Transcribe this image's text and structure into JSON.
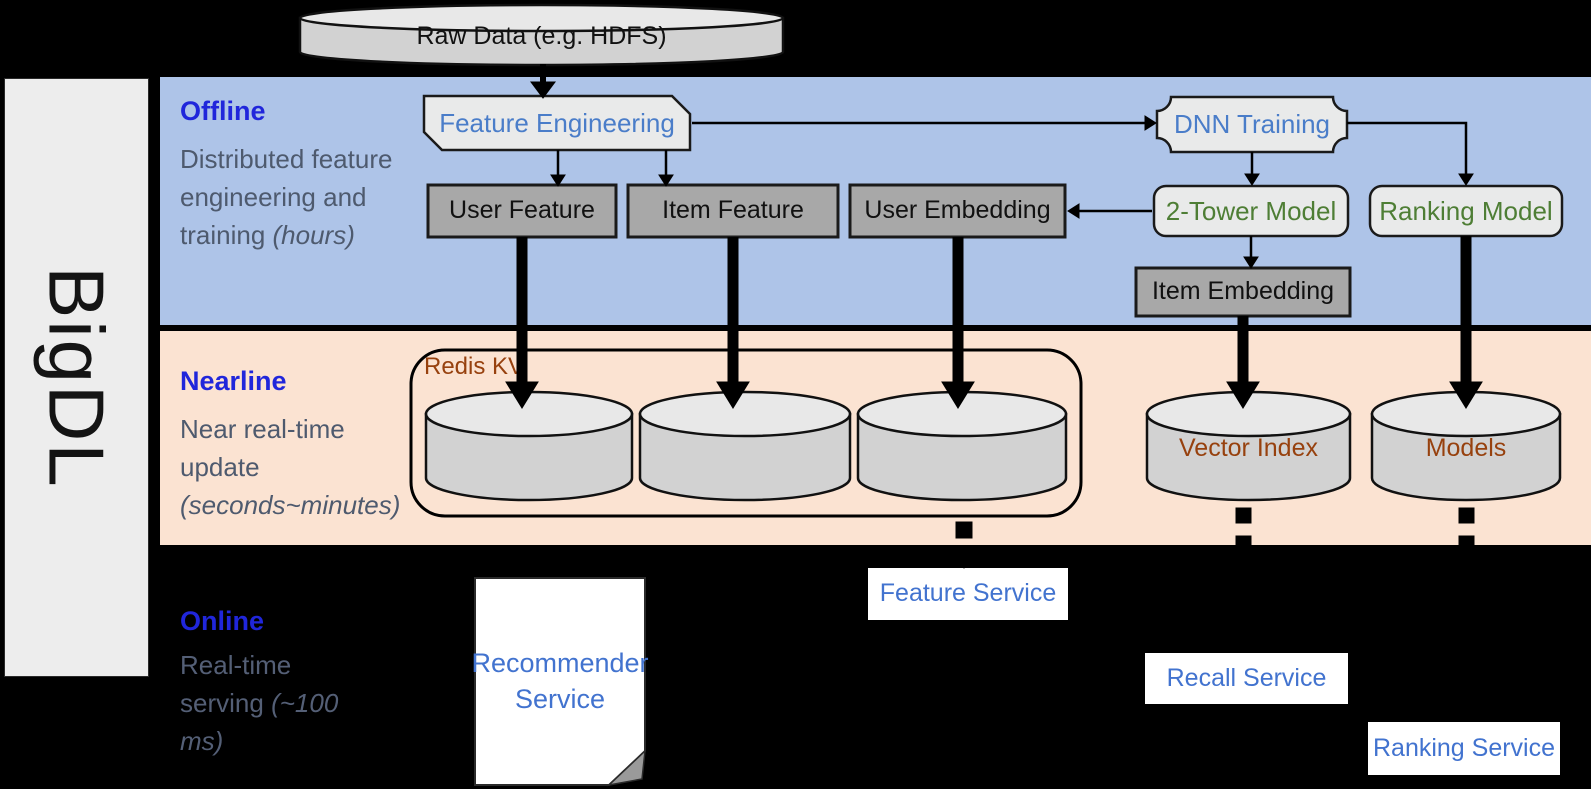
{
  "sidebar": {
    "label": "BigDL"
  },
  "source": {
    "raw_data_label": "Raw Data (e.g. HDFS)"
  },
  "bands": {
    "offline": {
      "title": "Offline",
      "subtitle": "Distributed feature engineering and training",
      "note": "(hours)"
    },
    "nearline": {
      "title": "Nearline",
      "subtitle": "Near real-time update",
      "note": "(seconds~minutes)"
    },
    "online": {
      "title": "Online",
      "subtitle": "Real-time serving",
      "note": "(~100 ms)"
    }
  },
  "offline_nodes": {
    "feature_engineering": "Feature Engineering",
    "dnn_training": "DNN Training",
    "user_feature": "User Feature",
    "item_feature": "Item Feature",
    "user_embedding": "User Embedding",
    "two_tower_model": "2-Tower Model",
    "ranking_model": "Ranking Model",
    "item_embedding": "Item Embedding"
  },
  "nearline_nodes": {
    "redis_kv": "Redis KV",
    "vector_index": "Vector Index",
    "models": "Models"
  },
  "online_nodes": {
    "recommender_service": "Recommender Service",
    "feature_service": "Feature Service",
    "recall_service": "Recall Service",
    "ranking_service": "Ranking Service"
  },
  "colors": {
    "background": "#000000",
    "sidebar_bg": "#ededed",
    "band_offline_bg": "#aec4e8",
    "band_nearline_bg": "#fbe3d2",
    "band_title_blue": "#2026db",
    "subtitle_gray": "#4e5a6e",
    "process_text_blue": "#4a7dc9",
    "model_text_green": "#4e7e35",
    "storage_text_brown": "#97410e",
    "service_text_blue": "#4273cf",
    "box_gray_fill": "#a8a8a8",
    "box_light_fill": "#e9eaea",
    "cylinder_fill": "#d2d2d2"
  }
}
